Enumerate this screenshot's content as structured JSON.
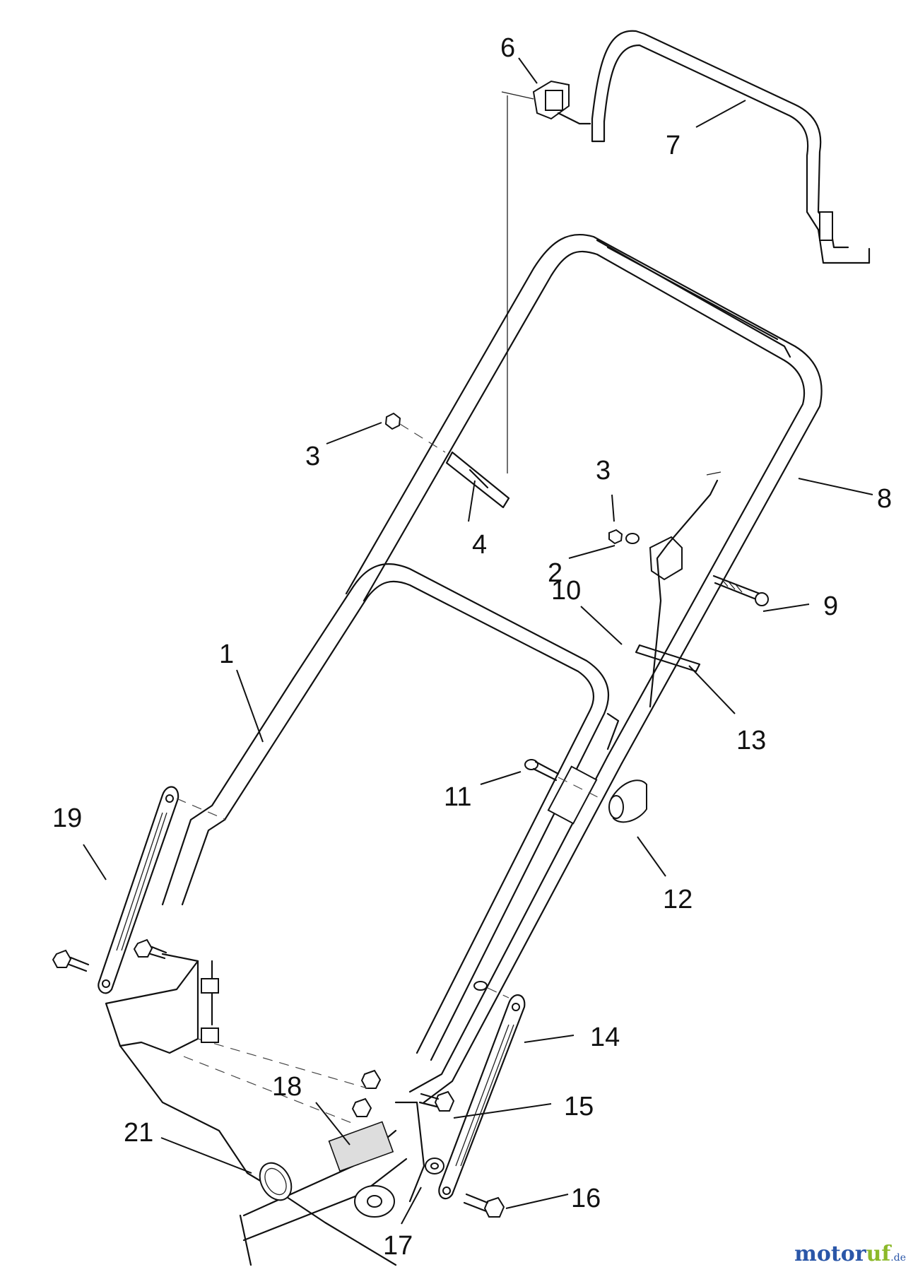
{
  "callouts": [
    "1",
    "2",
    "3",
    "3",
    "4",
    "6",
    "7",
    "8",
    "9",
    "10",
    "11",
    "12",
    "13",
    "14",
    "15",
    "16",
    "17",
    "18",
    "19",
    "21"
  ],
  "watermark": {
    "brand_a": "motor",
    "brand_b": "uf",
    "suffix": ".de"
  }
}
